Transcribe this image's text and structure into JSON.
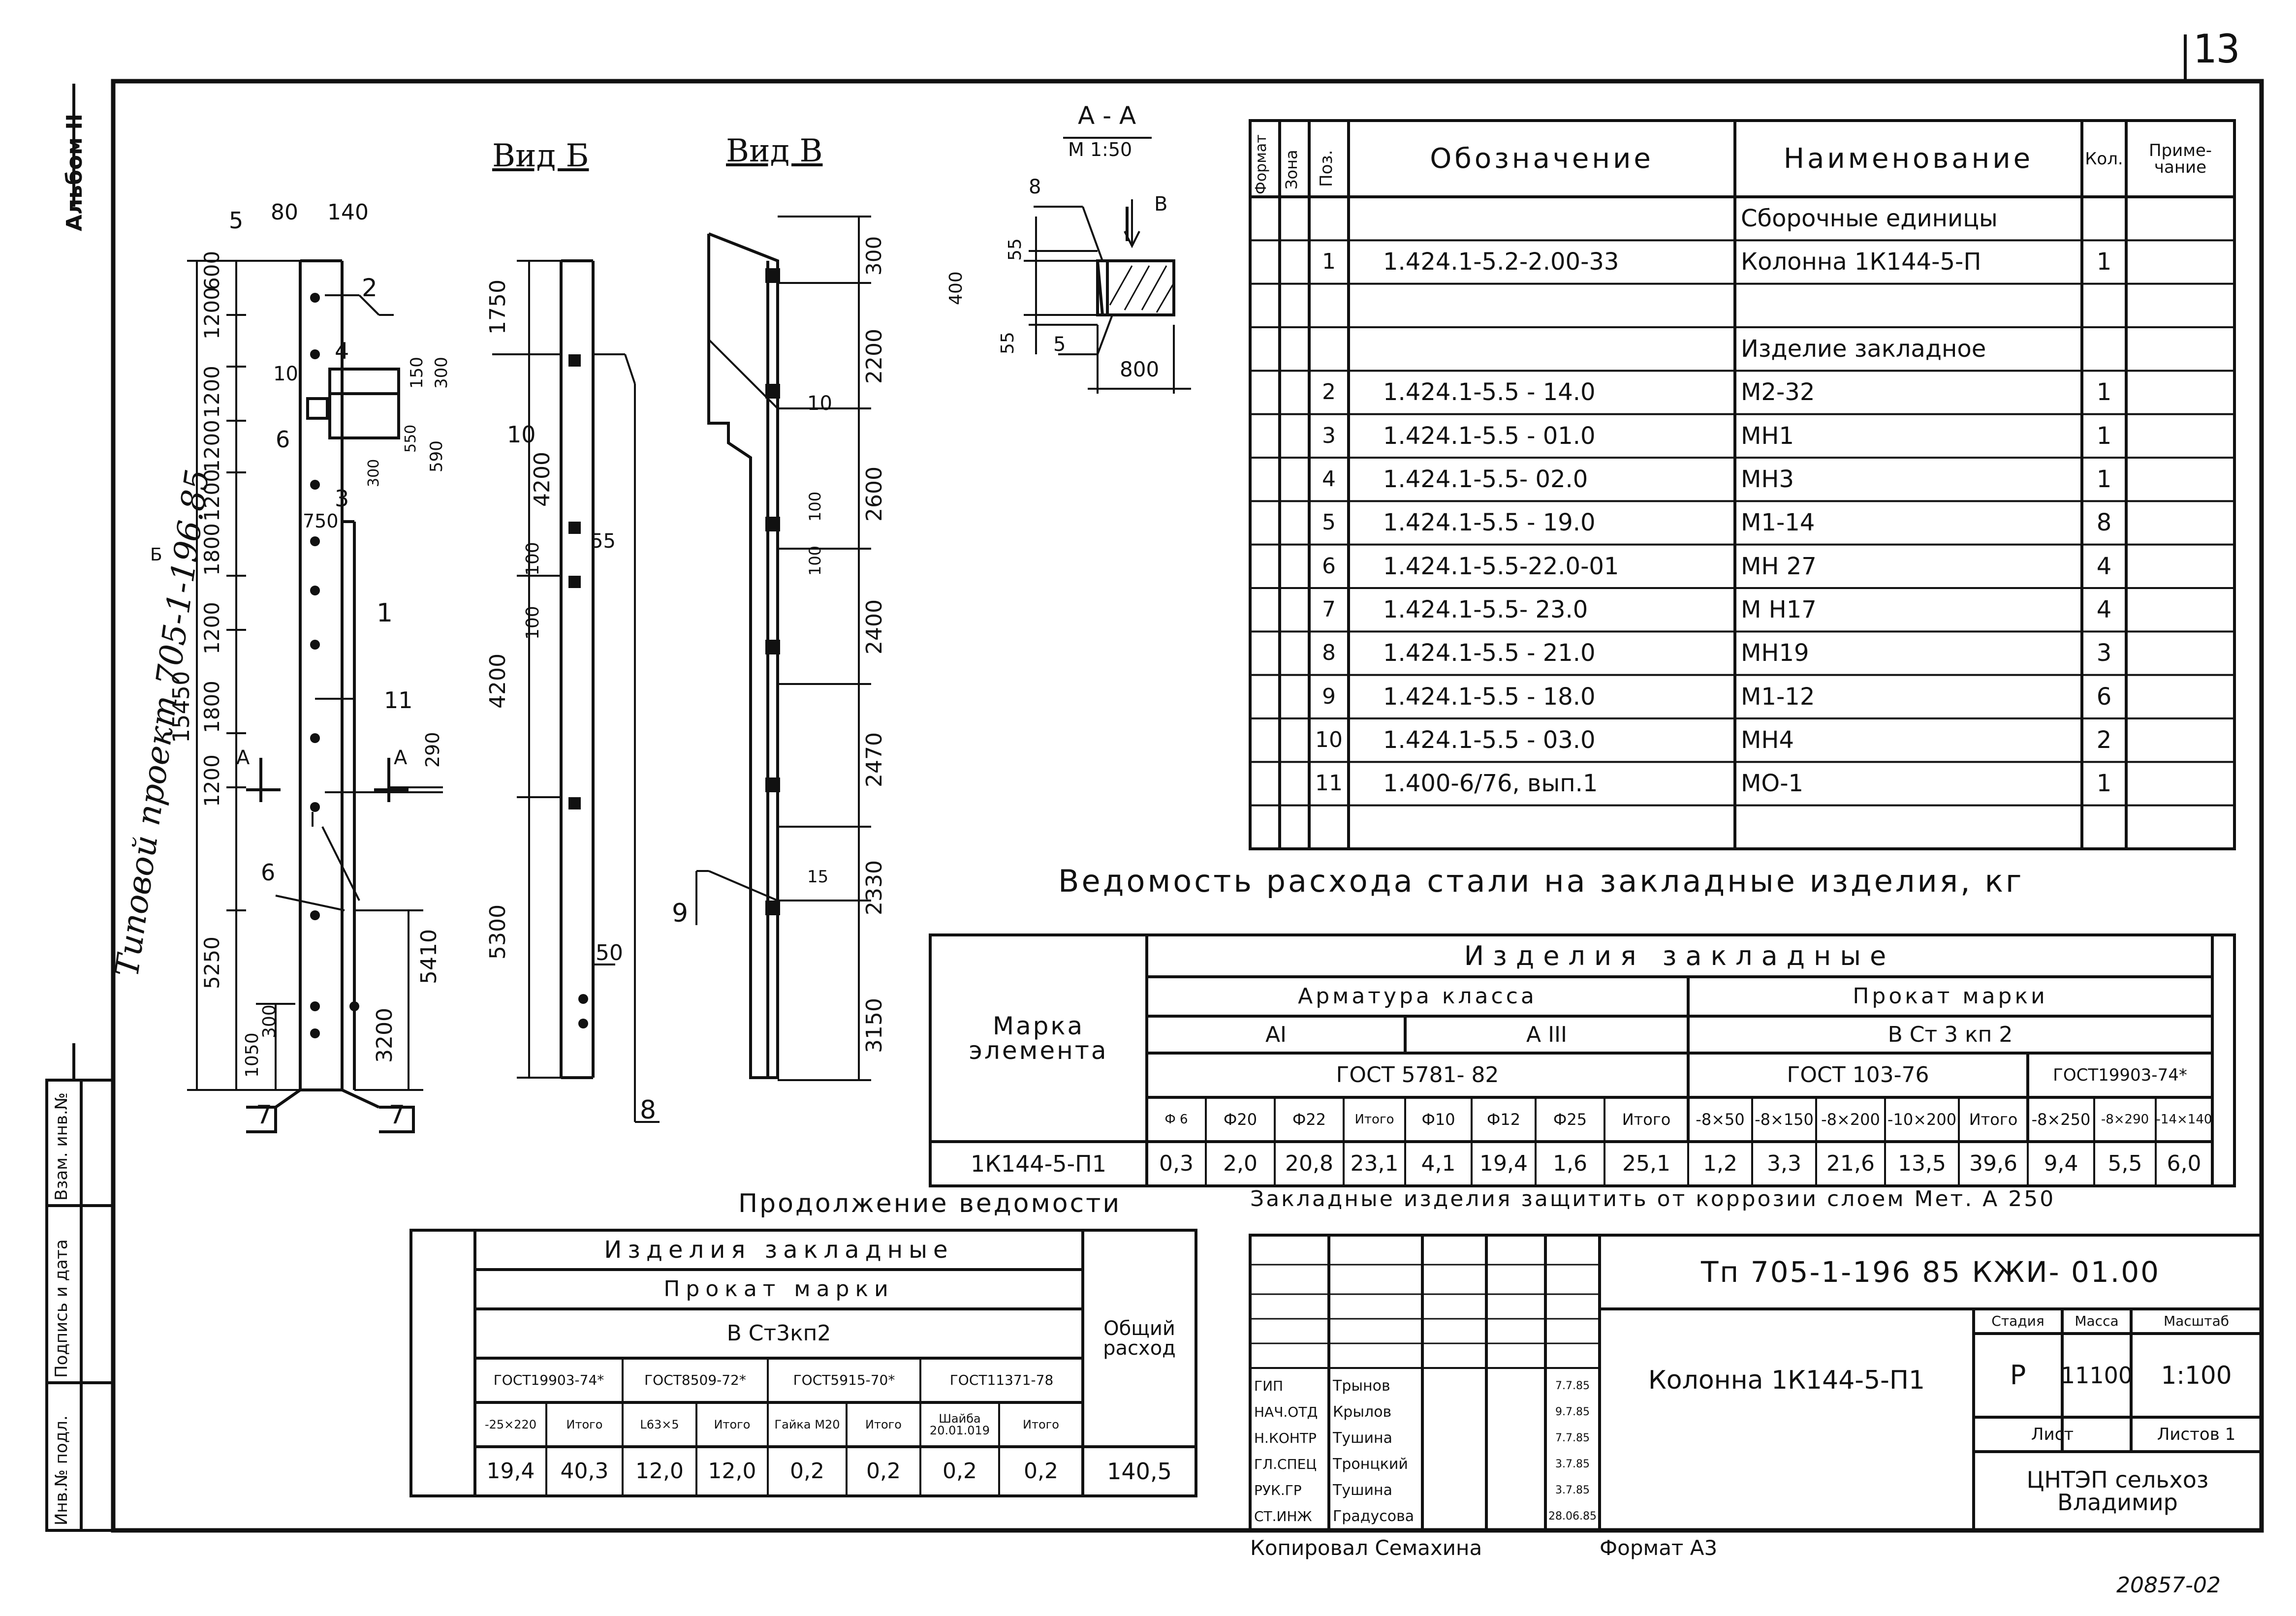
{
  "sheet": {
    "number": "13",
    "album": "Альбом II",
    "project": "Типовой проект 705-1-196.85",
    "stamp_bottom": "20857-02",
    "copied": "Копировал Семахина",
    "format": "Формат А3"
  },
  "drawing": {
    "view_b": "Вид Б",
    "view_v": "Вид В",
    "section": "А - А",
    "section_scale": "М 1:50",
    "labels": [
      "5",
      "80",
      "140",
      "1200",
      "600",
      "1200",
      "1200",
      "1200",
      "1800",
      "1200",
      "1800",
      "1200",
      "5250",
      "1050",
      "300",
      "15450",
      "2",
      "4",
      "10",
      "6",
      "3",
      "750",
      "150",
      "300",
      "550",
      "590",
      "300",
      "1",
      "11",
      "290",
      "6",
      "5410",
      "3200",
      "7",
      "7",
      "А",
      "А",
      "Б",
      "1750",
      "10",
      "4200",
      "100",
      "100",
      "55",
      "4200",
      "5300",
      "8",
      "50",
      "300",
      "2200",
      "10",
      "2600",
      "100",
      "100",
      "2400",
      "2470",
      "2330",
      "15",
      "3150",
      "9",
      "В",
      "8",
      "55",
      "400",
      "55",
      "5",
      "800"
    ]
  },
  "spec": {
    "headers": [
      "Формат",
      "Зона",
      "Поз.",
      "Обозначение",
      "Наименование",
      "Кол.",
      "Приме-\nчание"
    ],
    "rows": [
      {
        "pos": "",
        "code": "",
        "name": "Сборочные единицы",
        "qty": ""
      },
      {
        "pos": "1",
        "code": "1.424.1-5.2-2.00-33",
        "name": "Колонна 1К144-5-П",
        "qty": "1"
      },
      {
        "pos": "",
        "code": "",
        "name": "",
        "qty": ""
      },
      {
        "pos": "",
        "code": "",
        "name": "Изделие закладное",
        "qty": ""
      },
      {
        "pos": "2",
        "code": "1.424.1-5.5 - 14.0",
        "name": "М2-32",
        "qty": "1"
      },
      {
        "pos": "3",
        "code": "1.424.1-5.5 - 01.0",
        "name": "МН1",
        "qty": "1"
      },
      {
        "pos": "4",
        "code": "1.424.1-5.5- 02.0",
        "name": "МН3",
        "qty": "1"
      },
      {
        "pos": "5",
        "code": "1.424.1-5.5 - 19.0",
        "name": "М1-14",
        "qty": "8"
      },
      {
        "pos": "6",
        "code": "1.424.1-5.5-22.0-01",
        "name": "МН 27",
        "qty": "4"
      },
      {
        "pos": "7",
        "code": "1.424.1-5.5- 23.0",
        "name": "М Н17",
        "qty": "4"
      },
      {
        "pos": "8",
        "code": "1.424.1-5.5 - 21.0",
        "name": "МН19",
        "qty": "3"
      },
      {
        "pos": "9",
        "code": "1.424.1-5.5 - 18.0",
        "name": "М1-12",
        "qty": "6"
      },
      {
        "pos": "10",
        "code": "1.424.1-5.5 - 03.0",
        "name": "МН4",
        "qty": "2"
      },
      {
        "pos": "11",
        "code": "1.400-6/76, вып.1",
        "name": "МО-1",
        "qty": "1"
      },
      {
        "pos": "",
        "code": "",
        "name": "",
        "qty": ""
      }
    ]
  },
  "steel": {
    "title": "Ведомость расхода стали на закладные изделия, кг",
    "mark_header": "Марка элемента",
    "group": "Изделия закладные",
    "armatura": "Арматура класса",
    "prokat": "Прокат марки",
    "ai": "АI",
    "aiii": "А III",
    "vst": "В Ст 3 кп 2",
    "gost1": "ГОСТ 5781- 82",
    "gost2": "ГОСТ 103-76",
    "gost3": "ГОСТ19903-74*",
    "cols": [
      "Ф 6",
      "Ф20",
      "Ф22",
      "Итого",
      "Ф10",
      "Ф12",
      "Ф25",
      "Итого",
      "-8×50",
      "-8×150",
      "-8×200",
      "-10×200",
      "Итого",
      "-8×250",
      "-8×290",
      "-14×140"
    ],
    "mark": "1К144-5-П1",
    "values": [
      "0,3",
      "2,0",
      "20,8",
      "23,1",
      "4,1",
      "19,4",
      "1,6",
      "25,1",
      "1,2",
      "3,3",
      "21,6",
      "13,5",
      "39,6",
      "9,4",
      "5,5",
      "6,0"
    ]
  },
  "cont": {
    "title": "Продолжение ведомости",
    "note": "Закладные изделия защитить от коррозии слоем Мет. А 250",
    "group": "Изделия закладные",
    "prokat": "Прокат марки",
    "vst": "В Ст3кп2",
    "total_header": "Общий расход",
    "gosts": [
      "ГОСТ19903-74*",
      "ГОСТ8509-72*",
      "ГОСТ5915-70*",
      "ГОСТ11371-78"
    ],
    "cols": [
      "-25×220",
      "Итого",
      "L63×5",
      "Итого",
      "Гайка М20",
      "Итого",
      "Шайба 20.01.019",
      "Итого"
    ],
    "values": [
      "19,4",
      "40,3",
      "12,0",
      "12,0",
      "0,2",
      "0,2",
      "0,2",
      "0,2"
    ],
    "total": "140,5"
  },
  "title_block": {
    "designation": "Тп 705-1-196 85 КЖИ- 01.00",
    "name": "Колонна 1К144-5-П1",
    "stage_h": "Стадия",
    "mass_h": "Масса",
    "scale_h": "Масштаб",
    "stage": "Р",
    "mass": "11100",
    "scale": "1:100",
    "sheet_h": "Лист",
    "sheets_h": "Листов 1",
    "org": "ЦНТЭП сельхоз Владимир",
    "people": [
      {
        "role": "ГИП",
        "name": "Трынов",
        "date": "7.7.85"
      },
      {
        "role": "НАЧ.ОТД",
        "name": "Крылов",
        "date": "9.7.85"
      },
      {
        "role": "Н.КОНТР",
        "name": "Тушина",
        "date": "7.7.85"
      },
      {
        "role": "ГЛ.СПЕЦ",
        "name": "Тронцкий",
        "date": "3.7.85"
      },
      {
        "role": "РУК.ГР",
        "name": "Тушина",
        "date": "3.7.85"
      },
      {
        "role": "СТ.ИНЖ",
        "name": "Градусова",
        "date": "28.06.85"
      }
    ]
  },
  "side": [
    "Инв.№ подл.",
    "Подпись и дата",
    "Взам. инв.№"
  ]
}
